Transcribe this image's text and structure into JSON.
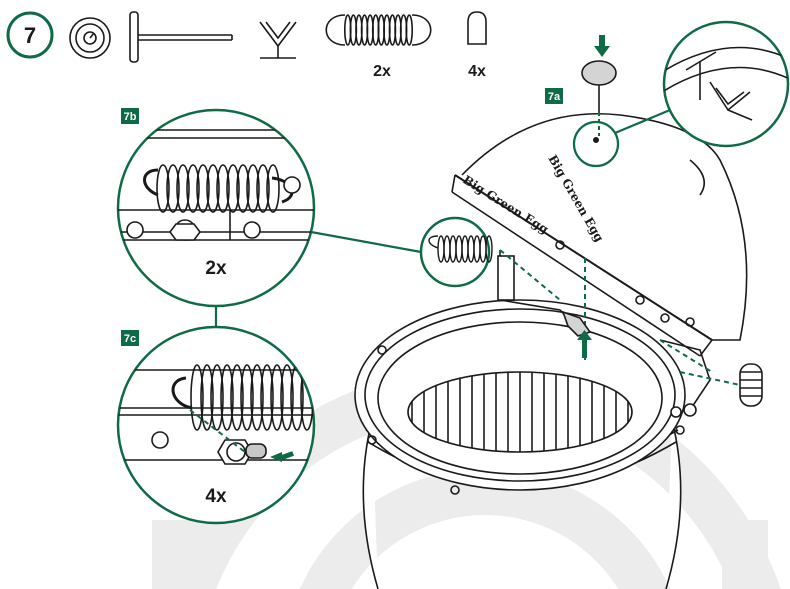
{
  "step": {
    "number": "7"
  },
  "parts": {
    "spring_qty": "2x",
    "cap_qty": "4x"
  },
  "callouts": {
    "a": "7a",
    "b": "7b",
    "c": "7c"
  },
  "detail_b": {
    "qty": "2x"
  },
  "detail_c": {
    "qty": "4x"
  },
  "lid": {
    "brand": "Big Green Egg",
    "logo": "Big Green Egg"
  },
  "colors": {
    "accent_green": "#0f6b45",
    "outline": "#1a1a1a",
    "background_arc": "#ececec"
  }
}
